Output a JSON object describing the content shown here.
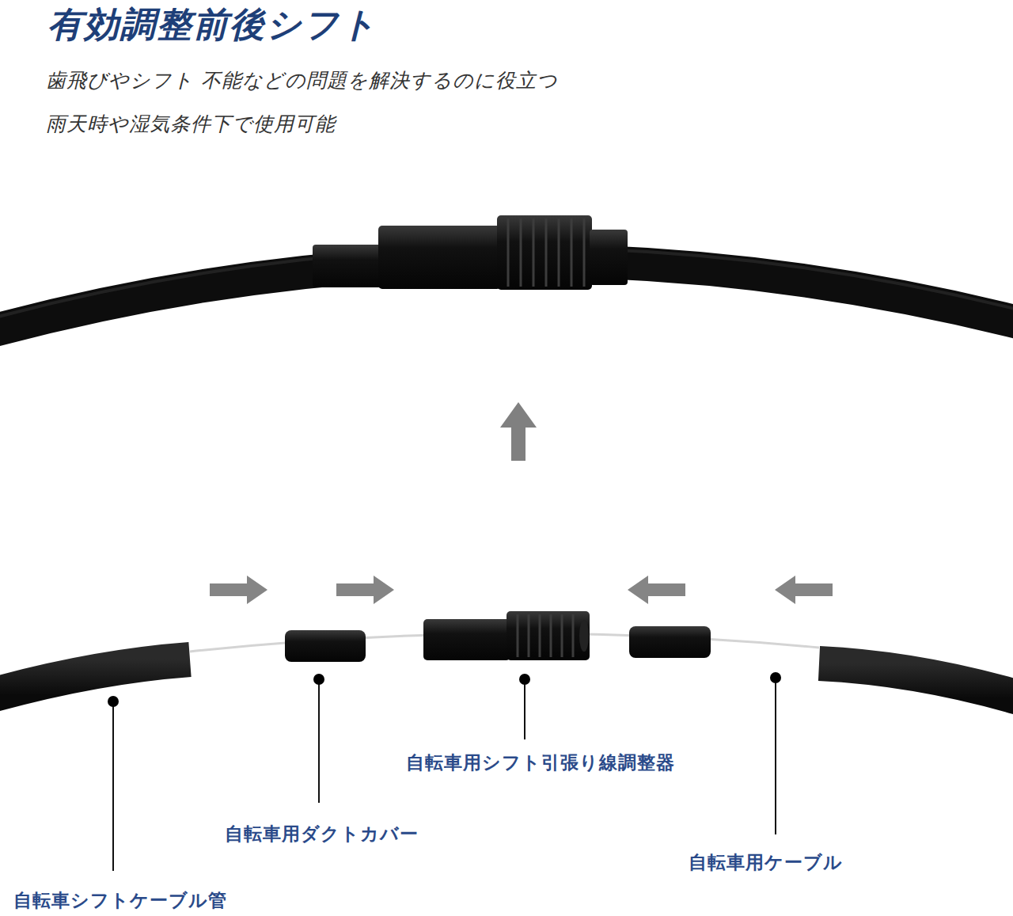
{
  "diagram": {
    "title": "有効調整前後シフト",
    "labels": [
      "歯飛びやシフト 不能などの問題を解決するのに役立つ",
      "雨天時や湿気条件下で使用可能",
      "自転車用シフト引張り線調整器",
      "自転車用ダクトカバー",
      "自転車用ケーブル",
      "自転車シフトケーブル管"
    ]
  }
}
